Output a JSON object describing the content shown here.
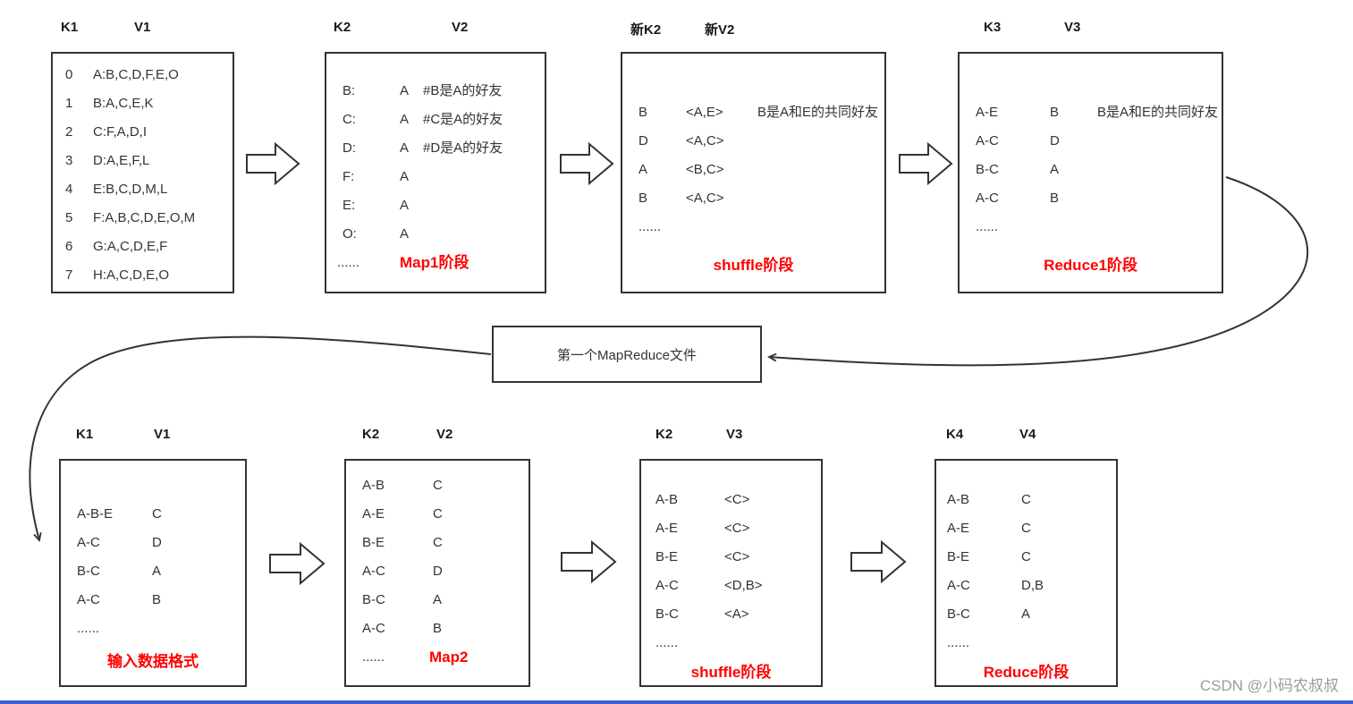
{
  "watermark": "CSDN @小码农叔叔",
  "link_box": {
    "label": "第一个MapReduce文件"
  },
  "colors": {
    "stage_red": "#ff0000",
    "border": "#333333",
    "text": "#333333",
    "watermark_gray": "#9b9b9b"
  },
  "top": {
    "input": {
      "headers": [
        "K1",
        "V1"
      ],
      "rows": [
        {
          "k": "0",
          "v": "A:B,C,D,F,E,O"
        },
        {
          "k": "1",
          "v": "B:A,C,E,K"
        },
        {
          "k": "2",
          "v": "C:F,A,D,I"
        },
        {
          "k": "3",
          "v": "D:A,E,F,L"
        },
        {
          "k": "4",
          "v": "E:B,C,D,M,L"
        },
        {
          "k": "5",
          "v": "F:A,B,C,D,E,O,M"
        },
        {
          "k": "6",
          "v": "G:A,C,D,E,F"
        },
        {
          "k": "7",
          "v": "H:A,C,D,E,O"
        }
      ]
    },
    "map1": {
      "headers": [
        "K2",
        "V2"
      ],
      "rows": [
        {
          "k": "B:",
          "v": "A",
          "c": "#B是A的好友"
        },
        {
          "k": "C:",
          "v": "A",
          "c": "#C是A的好友"
        },
        {
          "k": "D:",
          "v": "A",
          "c": "#D是A的好友"
        },
        {
          "k": "F:",
          "v": "A",
          "c": ""
        },
        {
          "k": "E:",
          "v": "A",
          "c": ""
        },
        {
          "k": "O:",
          "v": "A",
          "c": ""
        }
      ],
      "ellipsis": "......",
      "stage": "Map1阶段"
    },
    "shuffle1": {
      "headers": [
        "新K2",
        "新V2"
      ],
      "rows": [
        {
          "k": "B",
          "v": "<A,E>",
          "c": "B是A和E的共同好友"
        },
        {
          "k": "D",
          "v": "<A,C>",
          "c": ""
        },
        {
          "k": "A",
          "v": "<B,C>",
          "c": ""
        },
        {
          "k": "B",
          "v": "<A,C>",
          "c": ""
        },
        {
          "k": "......",
          "v": "",
          "c": ""
        }
      ],
      "stage": "shuffle阶段"
    },
    "reduce1": {
      "headers": [
        "K3",
        "V3"
      ],
      "rows": [
        {
          "k": "A-E",
          "v": "B",
          "c": "B是A和E的共同好友"
        },
        {
          "k": "A-C",
          "v": "D",
          "c": ""
        },
        {
          "k": "B-C",
          "v": "A",
          "c": ""
        },
        {
          "k": "A-C",
          "v": "B",
          "c": ""
        },
        {
          "k": "......",
          "v": "",
          "c": ""
        }
      ],
      "stage": "Reduce1阶段"
    }
  },
  "bottom": {
    "input2": {
      "headers": [
        "K1",
        "V1"
      ],
      "rows": [
        {
          "k": "A-B-E",
          "v": "C"
        },
        {
          "k": "A-C",
          "v": "D"
        },
        {
          "k": "B-C",
          "v": "A"
        },
        {
          "k": "A-C",
          "v": "B"
        },
        {
          "k": "......",
          "v": ""
        }
      ],
      "stage": "输入数据格式"
    },
    "map2": {
      "headers": [
        "K2",
        "V2"
      ],
      "rows": [
        {
          "k": "A-B",
          "v": "C"
        },
        {
          "k": "A-E",
          "v": "C"
        },
        {
          "k": "B-E",
          "v": "C"
        },
        {
          "k": "A-C",
          "v": "D"
        },
        {
          "k": "B-C",
          "v": "A"
        },
        {
          "k": "A-C",
          "v": "B"
        }
      ],
      "ellipsis": "......",
      "stage": "Map2"
    },
    "shuffle2": {
      "headers": [
        "K2",
        "V3"
      ],
      "rows": [
        {
          "k": "A-B",
          "v": "<C>"
        },
        {
          "k": "A-E",
          "v": "<C>"
        },
        {
          "k": "B-E",
          "v": "<C>"
        },
        {
          "k": "A-C",
          "v": "<D,B>"
        },
        {
          "k": "B-C",
          "v": "<A>"
        },
        {
          "k": "......",
          "v": ""
        }
      ],
      "stage": "shuffle阶段"
    },
    "reduce2": {
      "headers": [
        "K4",
        "V4"
      ],
      "rows": [
        {
          "k": "A-B",
          "v": "C"
        },
        {
          "k": "A-E",
          "v": "C"
        },
        {
          "k": "B-E",
          "v": "C"
        },
        {
          "k": "A-C",
          "v": "D,B"
        },
        {
          "k": "B-C",
          "v": "A"
        },
        {
          "k": "......",
          "v": ""
        }
      ],
      "stage": "Reduce阶段"
    }
  }
}
